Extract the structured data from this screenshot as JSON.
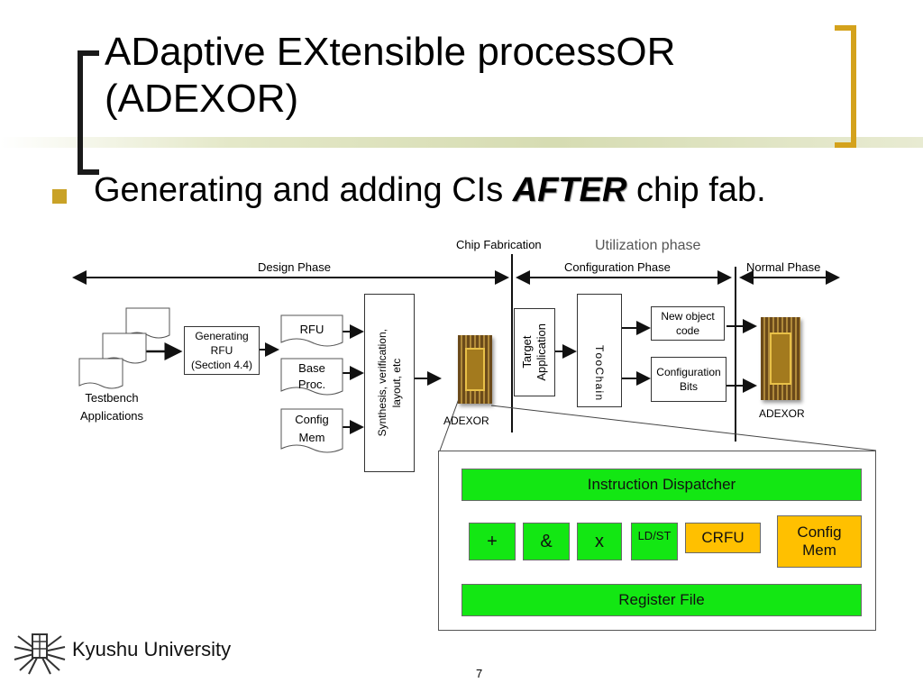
{
  "slide": {
    "title_line1": "ADaptive EXtensible processOR",
    "title_line2": "(ADEXOR)",
    "bullet_prefix": "Generating and adding CIs ",
    "bullet_emph": "AFTER",
    "bullet_suffix": " chip fab."
  },
  "timeline": {
    "chip_fabrication": "Chip Fabrication",
    "utilization_phase": "Utilization phase",
    "design_phase": "Design Phase",
    "configuration_phase": "Configuration Phase",
    "normal_phase": "Normal Phase"
  },
  "design": {
    "testbench": "Testbench Applications",
    "generating_rfu_l1": "Generating",
    "generating_rfu_l2": "RFU",
    "generating_rfu_l3": "(Section 4.4)",
    "rfu": "RFU",
    "base_proc_l1": "Base",
    "base_proc_l2": "Proc.",
    "config_mem_l1": "Config",
    "config_mem_l2": "Mem",
    "synthesis_l1": "Synthesis, verification,",
    "synthesis_l2": "layout, etc",
    "adexor_left": "ADEXOR"
  },
  "config": {
    "target_app_l1": "Target",
    "target_app_l2": "Application",
    "tool_chain": "T o o C h a i n",
    "new_object_l1": "New object",
    "new_object_l2": "code",
    "config_bits_l1": "Configuration",
    "config_bits_l2": "Bits",
    "adexor_right": "ADEXOR"
  },
  "detail": {
    "dispatcher": "Instruction Dispatcher",
    "plus": "+",
    "and": "&",
    "mul": "x",
    "ldst": "LD/ST",
    "crfu": "CRFU",
    "config_mem_l1": "Config",
    "config_mem_l2": "Mem",
    "register_file": "Register File"
  },
  "footer": {
    "university": "Kyushu University",
    "page": "7"
  },
  "colors": {
    "green": "#13e713",
    "orange": "#ffc000",
    "gold": "#d4a21c"
  }
}
